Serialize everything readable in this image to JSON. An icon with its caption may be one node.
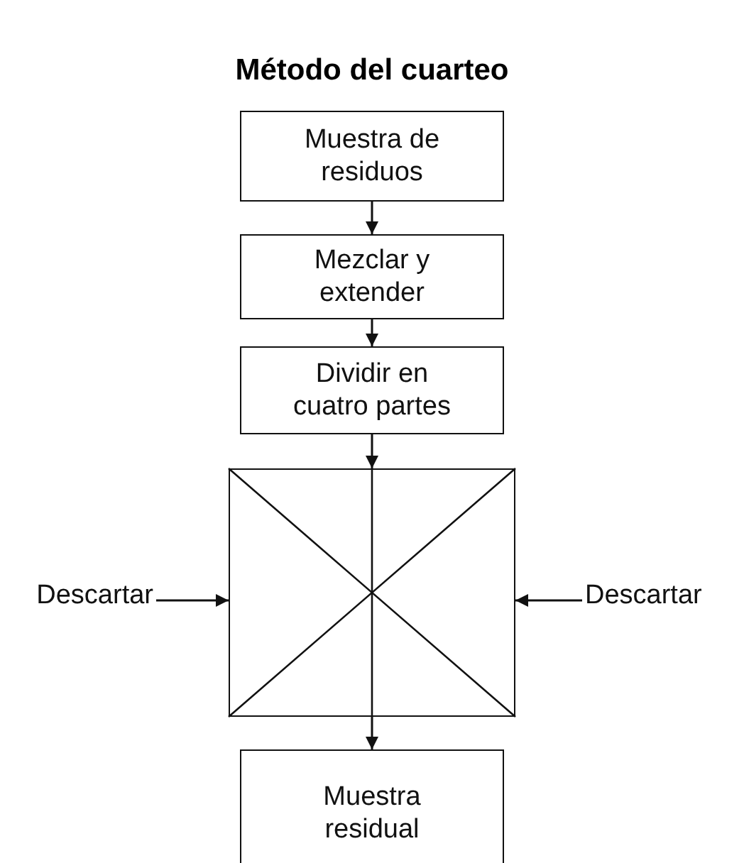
{
  "diagram": {
    "title": "Método del cuarteo",
    "nodes": [
      {
        "text": [
          "Muestra de residuos"
        ]
      },
      {
        "text": [
          "Mezclar y extender"
        ]
      },
      {
        "text": [
          "Dividir en cuatro partes"
        ]
      },
      {
        "text": [
          "Descartar"
        ]
      },
      {
        "text": [],
        "shape": "box"
      },
      {
        "text": [
          "Descartar"
        ]
      },
      {
        "text": [
          "Muestra residual"
        ]
      }
    ],
    "edges": [
      {
        "from": 0,
        "to": 1,
        "arrow": "to"
      },
      {
        "from": 1,
        "to": 2,
        "arrow": "to"
      },
      {
        "from": 2,
        "to": 4,
        "arrow": "to"
      },
      {
        "from": 3,
        "to": 4,
        "arrow": "to"
      },
      {
        "from": 5,
        "to": 4,
        "arrow": "to"
      },
      {
        "from": 4,
        "to": 6,
        "arrow": "to"
      }
    ]
  }
}
